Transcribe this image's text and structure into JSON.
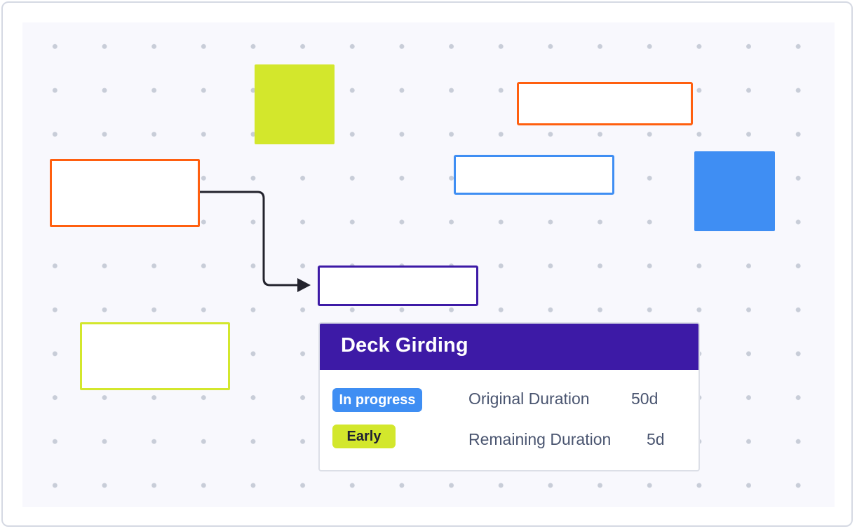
{
  "colors": {
    "orange": "#ff5f0f",
    "blue": "#3f8ef3",
    "purple": "#3d1aa6",
    "lime": "#d3e72c",
    "dots": "#c8cdd8",
    "canvas": "#f8f8fd"
  },
  "card": {
    "title": "Deck Girding",
    "status_badge": "In progress",
    "schedule_badge": "Early",
    "original_duration_label": "Original Duration",
    "original_duration_value": "50d",
    "remaining_duration_label": "Remaining Duration",
    "remaining_duration_value": "5d"
  }
}
